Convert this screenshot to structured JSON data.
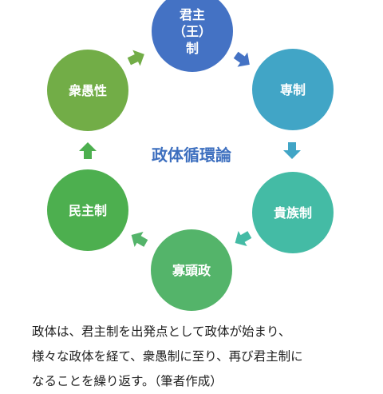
{
  "diagram": {
    "title": "政体循環論",
    "nodes": [
      {
        "id": "kunshu",
        "lines": [
          "君主",
          "（王）",
          "制"
        ],
        "color": "#4472c4"
      },
      {
        "id": "sensei",
        "lines": [
          "専制"
        ],
        "color": "#41a5c6"
      },
      {
        "id": "kizoku",
        "lines": [
          "貴族制"
        ],
        "color": "#44bba5"
      },
      {
        "id": "katou",
        "lines": [
          "寡頭政"
        ],
        "color": "#54b46a"
      },
      {
        "id": "minshu",
        "lines": [
          "民主制"
        ],
        "color": "#4daf4f"
      },
      {
        "id": "shugu",
        "lines": [
          "衆愚性"
        ],
        "color": "#72ad47"
      }
    ],
    "arrow_colors": [
      "#4472c4",
      "#41a5c6",
      "#44bba5",
      "#54b46a",
      "#4daf4f",
      "#72ad47"
    ]
  },
  "caption": {
    "lines": [
      "政体は、君主制を出発点として政体が始まり、",
      "様々な政体を経て、衆愚制に至り、再び君主制に",
      "なることを繰り返す。（筆者作成）"
    ]
  }
}
